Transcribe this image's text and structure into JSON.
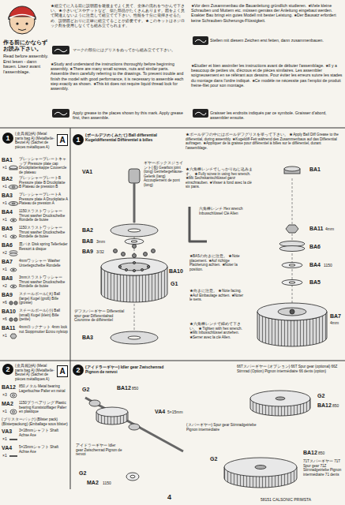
{
  "diagram": {
    "nodes": [
      {
        "text": [
          "1"
        ]
      },
      {
        "text": [
          "A"
        ]
      },
      {
        "text": [
          "1"
        ]
      },
      {
        "text": [
          "2"
        ]
      },
      {
        "text": [
          "A"
        ]
      },
      {
        "text": [
          "2"
        ]
      }
    ],
    "labels": [
      "作る前にかならずお読み下さい。",
      "Read before assembly. Erst lesen - dann bauen. Lisez avant l'assemblage.",
      "★組立てに入る前に説明図を最後までよく見て、全体の流れをつかんで下さい。★小さいビスやナットなど、似た部品がたくさんあります。図をよく見て間違えないように注意して組立てて下さい。性能を十分に発揮させるため、説明図どおりに正確に組立てることが必要です。★このキットはネジロック剤を使用しなくても組み立てられます。",
      "マークの部分にはグリスをぬってから組み立てて下さい。",
      "★Study and understand the instructions thoroughly before beginning assembly. ★There are many small screws, nuts and similar parts. Assemble them carefully referring to the drawings. To prevent trouble and finish the model with good performance, it is necessary to assemble each step exactly as shown. ★This kit does not require liquid thread lock for assembly.",
      "Apply grease to the places shown by this mark. Apply grease first, then assemble.",
      "★Vor dem Zusammenbau die Bauanleitung gründlich studieren. ★Viele kleine Schrauben und Muttern etc. müssen gemäss der Anleitung eingebaut werden. Exakter Bau bringt ein gutes Modell mit bester Leistung. ★Der Bausatz erfordert keine Schrauben-Sicherungs-Flüssigkeit.",
      "Stellen mit diesem Zeichen erst fetten, dann zusammenbauen.",
      "★Etudier et bien assimiler les instructions avant de débuter l'assemblage. ★Il y a beaucoup de petites vis, d'écrous et de pièces similaires. Les assembler soigneusement en se référant aux dessins. Pour éviter les erreurs suivre les stades du montage dans l'ordre indiqué. ★Ce modèle ne nécessite pas l'emploi de produit freine-filet pour son montage.",
      "Graisser les endroits indiqués par ce symbole. Graisser d'abord, assembler ensuite.",
      "(金具袋詰A) (Metal parts bag A) (Metallteile-Beutel A) (Sachet de pièces métalliques A)",
      "BA1",
      "×1",
      "プレッシャープレートキャップ Pressure plate cap Druckplattenkappe Couvercle de plateau",
      "BA2",
      "×1",
      "プレッシャープレートB Pressure plate B Druckplatte B Plateau de pression B",
      "BA3",
      "×1",
      "プレッシャープレートA Pressure plate A Druckplatte A Plateau de pression A",
      "BA4",
      "×1",
      "1150スラストワッシャー Thrust washer Druckscheibe Rondelle de butée",
      "BA5",
      "×1",
      "1150スラストワッシャー Thrust washer Druckscheibe Rondelle de butée",
      "BA6",
      "×2",
      "皿バネ Disk spring Tellerfeder Ressort à disque",
      "BA7",
      "×1",
      "4mmワッシャー Washer Unterlegscheibe Rondelle",
      "BA8",
      "×2",
      "3mmスラストワッシャー Thrust washer Druckscheibe Rondelle de butée",
      "BA9",
      "×6",
      "スチールボール(大) Ball (large) Kugel (groß) Bille (grosse)",
      "BA10",
      "×6",
      "スチールボール(小) Ball (small) Kugel (klein) Bille (petite)",
      "BA11",
      "×1",
      "4mmロックナット 4mm lock nut Stoppmutter Ecrou nylstop",
      "(金具袋詰A) (Metal parts bag A) (Metallteile-Beutel A) (Sachet de pièces métalliques A)",
      "BA12",
      "×3",
      "850メタル Metal bearing Lagerbuchse Palier en métal",
      "MA2",
      "×1",
      "1150プラベアリング Plastic bearing Kunststofflager Palier en plastique",
      "(ブリスターパック) (Blister pack) (Blisterpackung) (Emballage sous blister)",
      "VA3",
      "×1",
      "3×18mmシャフト Shaft Achse Axe",
      "VA4",
      "×1",
      "5×15mmシャフト Shaft Achse Axe",
      "(ボールデフのくみたて) Ball differential Kugeldifferential Différentiel à billes",
      "★ボールデフの中にはボールデフグリスを塗って下さい。 ★Apply Ball Diff Grease to the differential, during assembly. ★Kugeldiff-Fett während des Zusammenbaus auf das Differential auftragen. ★Appliquer de la graisse pour différentiel à billes sur le différentiel, durant l'assemblage.",
      "VA1",
      "ギヤーボックスジョイント(長) Gearbox joint (long) Getriebegehäuse-Gelenk (lang) Accouplement de pont (long)",
      "BA2",
      "BA8",
      "3mm",
      "BA9",
      "3/32",
      "デフスパーギヤー Differential spur gear Differentialrad Couronne de différentiel",
      "BA3",
      "BA10",
      "G1",
      "★六角棒レンチでしっかりねじ込みます。 ★Fully screw in using hex wrench. ★Mit Sechskantschlüssel ganz einschrauben. ★Visser à fond avec la clé six pans.",
      "六角棒レンチ Hex wrench Inbusschlüssel Clé Allen",
      "BA1",
      "BA11",
      "4mm",
      "BA6",
      "BA4",
      "1150",
      "BA5",
      "BA7",
      "4mm",
      "★BA5の向きに注意。 ★Note placement. ★Auf richtige Platzierung achten. ★Noter la position.",
      "★向きに注意。 ★Note facing. ★Auf Einbaulage achten. ★Noter le sens.",
      "★六角棒レンチで締めて下さい。 ★Tighten with hex wrench. ★Mit Inbusschlüssel anziehen. ★Serrer avec la clé Allen.",
      "(アイドラーギヤー) Idler gear Zwischenrad Pignon de renvoi",
      "G2",
      "BA12",
      "850",
      "VA4",
      "5×15mm",
      "アイドラーギヤー Idler gear Zwischenrad Pignon de renvoi",
      "G2",
      "MA2",
      "1150",
      "66Tスパーギヤー (オプション) 66T Spur gear (optional) 66Z Stirnrad (Option) Pignon intermédiaire 66 dents (option)",
      "G2",
      "BA12",
      "850",
      "(スパーギヤー) Spur gear Stirnradgetriebe Pignon intermédiaire",
      "G2",
      "BA12",
      "850",
      "71Tスパーギヤー 71T Spur gear 71Z Stirnradgetriebe Pignon intermédiaire 71 dents",
      "4",
      "58151 CALSONIC PRIMSTA"
    ]
  }
}
